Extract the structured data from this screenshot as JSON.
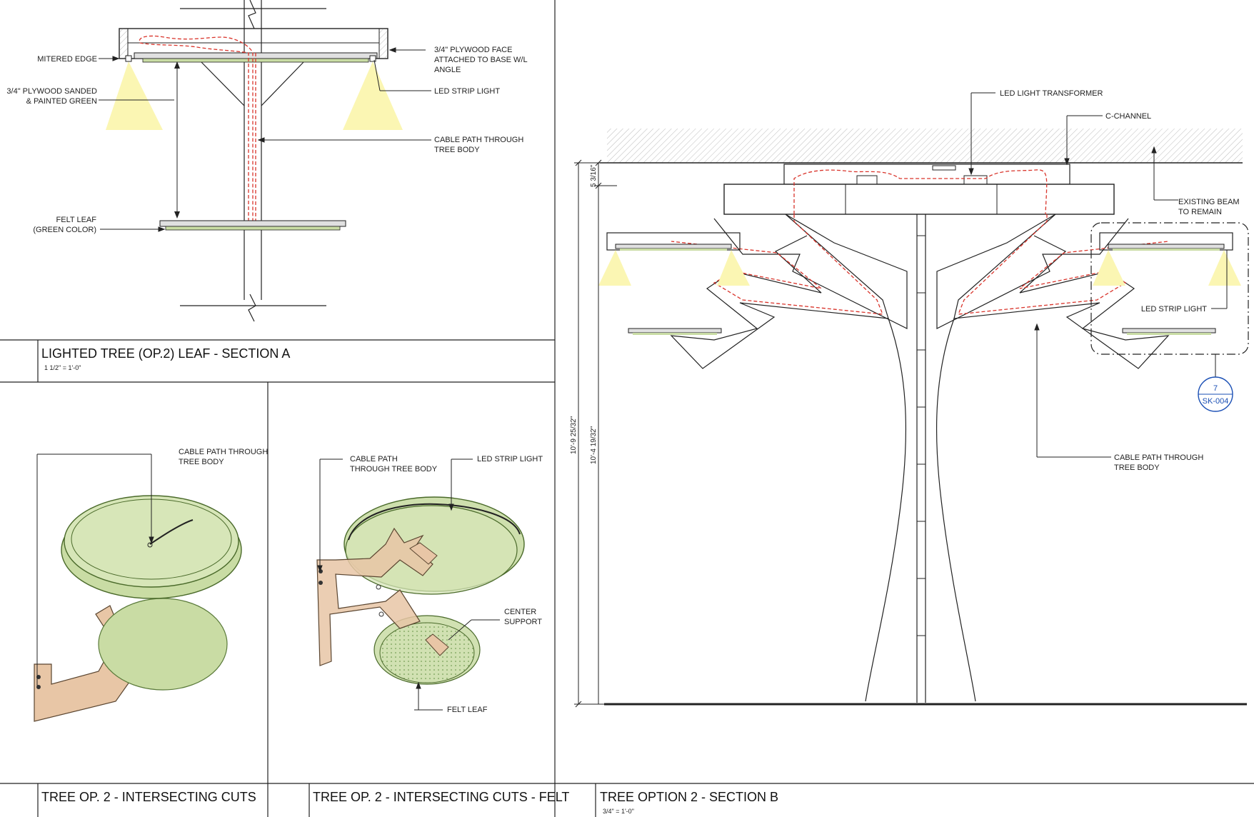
{
  "colors": {
    "line": "#222222",
    "cable": "#d9342b",
    "leaf_green": "#c9dca4",
    "wood": "#e8c6a6",
    "light": "#fbf6b3",
    "tag_blue": "#1a4fb5",
    "hatch": "#d9d9d9"
  },
  "section_a": {
    "title": "LIGHTED TREE (OP.2) LEAF - SECTION A",
    "scale": "1 1/2\" = 1'-0\"",
    "labels": {
      "mitered_edge": "MITERED EDGE",
      "plywood_face_1": "3/4\" PLYWOOD FACE",
      "plywood_face_2": "ATTACHED TO BASE W/L",
      "plywood_face_3": "ANGLE",
      "plywood_sanded_1": "3/4\" PLYWOOD SANDED",
      "plywood_sanded_2": "& PAINTED GREEN",
      "led_strip": "LED STRIP LIGHT",
      "cable_1": "CABLE PATH THROUGH",
      "cable_2": "TREE BODY",
      "felt_1": "FELT LEAF",
      "felt_2": "(GREEN COLOR)"
    }
  },
  "cuts": {
    "title": "TREE OP. 2 - INTERSECTING CUTS",
    "labels": {
      "cable_1": "CABLE PATH THROUGH",
      "cable_2": "TREE BODY"
    }
  },
  "cuts_felt": {
    "title": "TREE OP. 2 - INTERSECTING CUTS - FELT",
    "labels": {
      "cable_1": "CABLE PATH",
      "cable_2": "THROUGH TREE BODY",
      "led_strip": "LED STRIP LIGHT",
      "center_1": "CENTER",
      "center_2": "SUPPORT",
      "felt": "FELT LEAF"
    }
  },
  "section_b": {
    "title": "TREE OPTION 2 - SECTION B",
    "scale": "3/4\" = 1'-0\"",
    "labels": {
      "transformer": "LED LIGHT TRANSFORMER",
      "c_channel": "C-CHANNEL",
      "beam_1": "EXISTING BEAM",
      "beam_2": "TO REMAIN",
      "led_strip": "LED STRIP LIGHT",
      "cable_1": "CABLE PATH THROUGH",
      "cable_2": "TREE BODY"
    },
    "dimensions": {
      "d1": "5 3/16\"",
      "d2": "10'-9 25/32\"",
      "d3": "10'-4 19/32\""
    },
    "detail_tag": {
      "number": "7",
      "sheet": "SK-004"
    }
  }
}
